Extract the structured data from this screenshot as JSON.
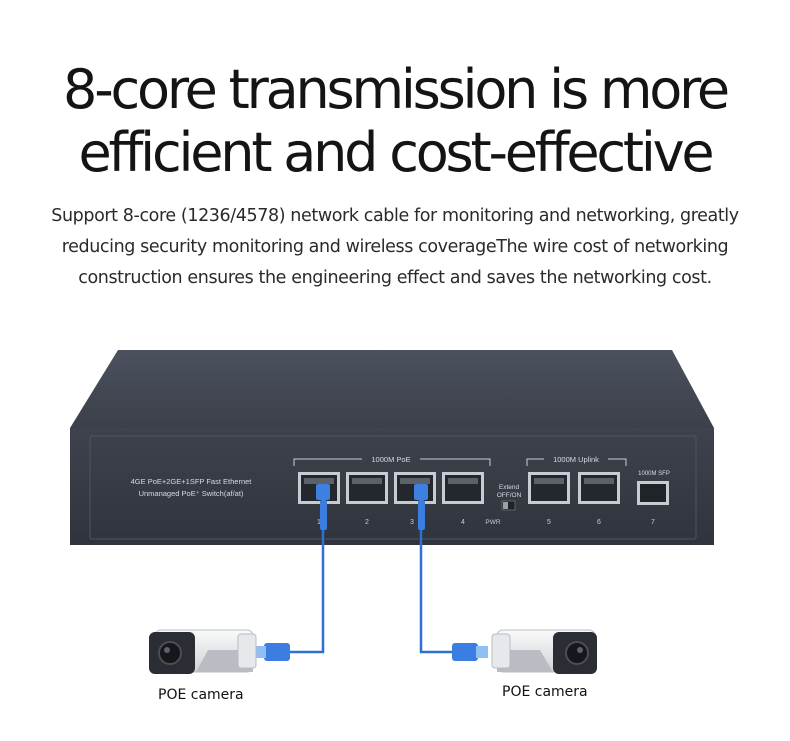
{
  "headline": {
    "line1": "8-core transmission is more",
    "line2": "efficient and cost-effective"
  },
  "description": {
    "line1": "Support 8-core (1236/4578) network cable for monitoring and networking, greatly",
    "line2": "reducing security monitoring and wireless coverageThe wire cost of networking",
    "line3": "construction ensures the engineering effect and saves the networking cost."
  },
  "switch": {
    "model_line1": "4GE PoE+2GE+1SFP Fast Ethernet",
    "model_line2": "Unmanaged PoE⁺ Switch(af/at)",
    "poe_group_label": "1000M PoE",
    "uplink_group_label": "1000M Uplink",
    "sfp_label": "1000M  SFP",
    "extend_label_1": "Extend",
    "extend_label_2": "OFF/ON",
    "pwr_label": "PWR",
    "port_numbers": [
      "1",
      "2",
      "3",
      "4",
      "5",
      "6",
      "7"
    ]
  },
  "cameras": {
    "left_label": "POE camera",
    "right_label": "POE camera"
  },
  "colors": {
    "switch_body": "#3a3f4a",
    "cable": "#2f6fd6",
    "text": "#141414"
  }
}
